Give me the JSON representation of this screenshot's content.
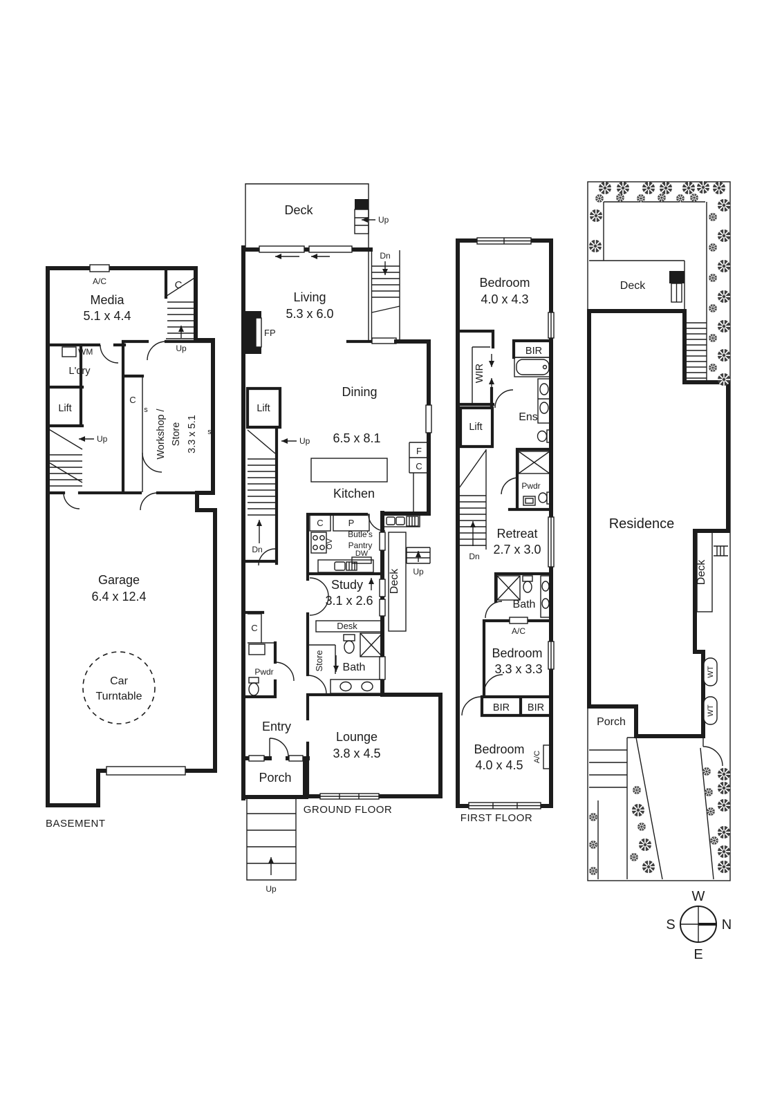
{
  "ink": "#1c1c1c",
  "background": "#ffffff",
  "basement": {
    "floor_label": "BASEMENT",
    "ac": "A/C",
    "closet_top": "C",
    "up_top": "Up",
    "media": "Media",
    "media_dim": "5.1 x 4.4",
    "wm": "WM",
    "laundry": "L'dry",
    "lift": "Lift",
    "up_left": "Up",
    "closet_mid": "C",
    "shelf_left": "s",
    "shelf_right": "s",
    "workshop1": "Workshop /",
    "workshop2": "Store",
    "workshop_dim": "3.3 x 5.1",
    "garage": "Garage",
    "garage_dim": "6.4 x 12.4",
    "car1": "Car",
    "car2": "Turntable"
  },
  "ground": {
    "floor_label": "GROUND FLOOR",
    "deck_top": "Deck",
    "up_deck": "Up",
    "dn_top": "Dn",
    "living": "Living",
    "living_dim": "5.3 x 6.0",
    "fp": "FP",
    "lift": "Lift",
    "up_mid": "Up",
    "dn_left": "Dn",
    "dining": "Dining",
    "dining_dim": "6.5 x 8.1",
    "fridge": "F",
    "cup_right": "C",
    "kitchen": "Kitchen",
    "closet_c": "C",
    "pantry_p": "P",
    "pantry1": "Butle's",
    "pantry2": "Pantry",
    "oven": "OV",
    "dw": "DW",
    "deck_side": "Deck",
    "up_side": "Up",
    "study": "Study",
    "study_dim": "3.1 x 2.6",
    "desk": "Desk",
    "store": "Store",
    "bath": "Bath",
    "closet_hall": "C",
    "powder": "Pwdr",
    "entry": "Entry",
    "porch": "Porch",
    "lounge": "Lounge",
    "lounge_dim": "3.8 x 4.5",
    "up_porch": "Up"
  },
  "first": {
    "floor_label": "FIRST FLOOR",
    "bedroom1": "Bedroom",
    "bedroom1_dim": "4.0 x 4.3",
    "bir1": "BIR",
    "wir": "WIR",
    "ens": "Ens",
    "lift": "Lift",
    "pwdr": "Pwdr",
    "dn": "Dn",
    "retreat": "Retreat",
    "retreat_dim": "2.7 x 3.0",
    "bath": "Bath",
    "ac_mid": "A/C",
    "bedroom2": "Bedroom",
    "bedroom2_dim": "3.3 x 3.3",
    "bir2": "BIR",
    "bir3": "BIR",
    "bedroom3": "Bedroom",
    "bedroom3_dim": "4.0 x 4.5",
    "ac_side": "A/C"
  },
  "site": {
    "deck_top": "Deck",
    "residence": "Residence",
    "deck_side": "Deck",
    "wt1": "WT",
    "wt2": "WT",
    "porch": "Porch",
    "compass": {
      "w": "W",
      "s": "S",
      "n": "N",
      "e": "E"
    }
  }
}
